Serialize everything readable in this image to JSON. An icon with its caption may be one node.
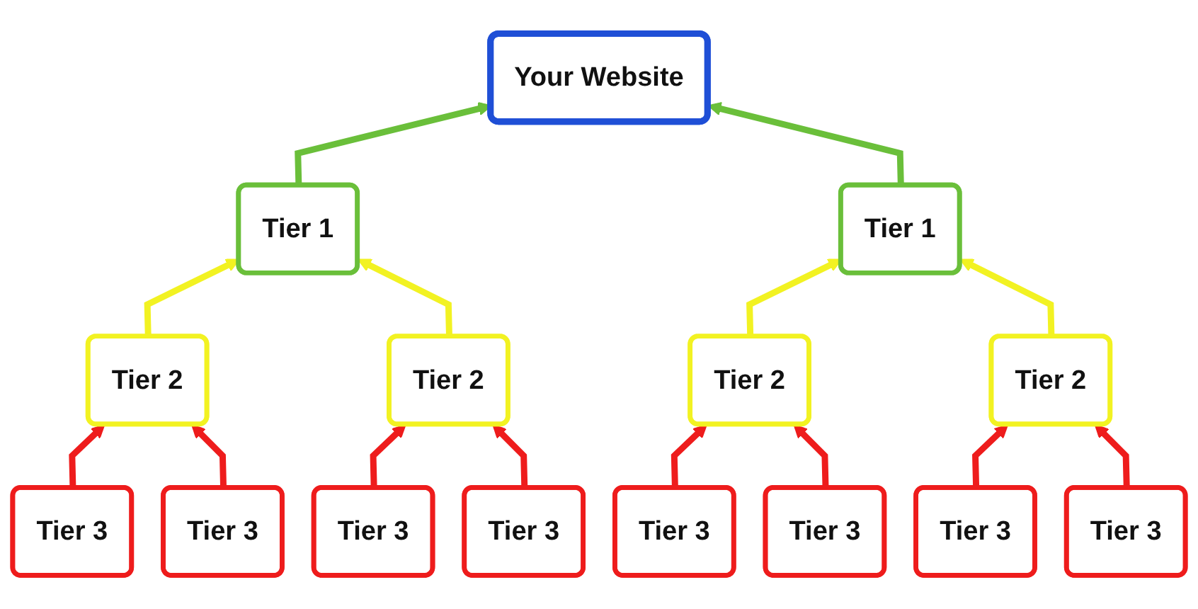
{
  "diagram": {
    "nodes": [
      {
        "text": [
          "Your Website"
        ]
      },
      {
        "text": [
          "Tier 1"
        ]
      },
      {
        "text": [
          "Tier 1"
        ]
      },
      {
        "text": [
          "Tier 2"
        ]
      },
      {
        "text": [
          "Tier 2"
        ]
      },
      {
        "text": [
          "Tier 2"
        ]
      },
      {
        "text": [
          "Tier 2"
        ]
      },
      {
        "text": [
          "Tier 3"
        ]
      },
      {
        "text": [
          "Tier 3"
        ]
      },
      {
        "text": [
          "Tier 3"
        ]
      },
      {
        "text": [
          "Tier 3"
        ]
      },
      {
        "text": [
          "Tier 3"
        ]
      },
      {
        "text": [
          "Tier 3"
        ]
      },
      {
        "text": [
          "Tier 3"
        ]
      },
      {
        "text": [
          "Tier 3"
        ]
      }
    ],
    "edges": [
      {
        "from": 1,
        "to": 0,
        "arrow": "to",
        "color": "#6abf3a"
      },
      {
        "from": 2,
        "to": 0,
        "arrow": "to",
        "color": "#6abf3a"
      },
      {
        "from": 3,
        "to": 1,
        "arrow": "to",
        "color": "#f2f222"
      },
      {
        "from": 4,
        "to": 1,
        "arrow": "to",
        "color": "#f2f222"
      },
      {
        "from": 5,
        "to": 2,
        "arrow": "to",
        "color": "#f2f222"
      },
      {
        "from": 6,
        "to": 2,
        "arrow": "to",
        "color": "#f2f222"
      },
      {
        "from": 7,
        "to": 3,
        "arrow": "to"
      },
      {
        "from": 11,
        "to": 3,
        "arrow": "to"
      },
      {
        "from": 8,
        "to": 4,
        "arrow": "to"
      },
      {
        "from": 12,
        "to": 4,
        "arrow": "to"
      },
      {
        "from": 9,
        "to": 5,
        "arrow": "to"
      },
      {
        "from": 13,
        "to": 5,
        "arrow": "to"
      },
      {
        "from": 10,
        "to": 6,
        "arrow": "to"
      },
      {
        "from": 14,
        "to": 6,
        "arrow": "to"
      }
    ]
  }
}
